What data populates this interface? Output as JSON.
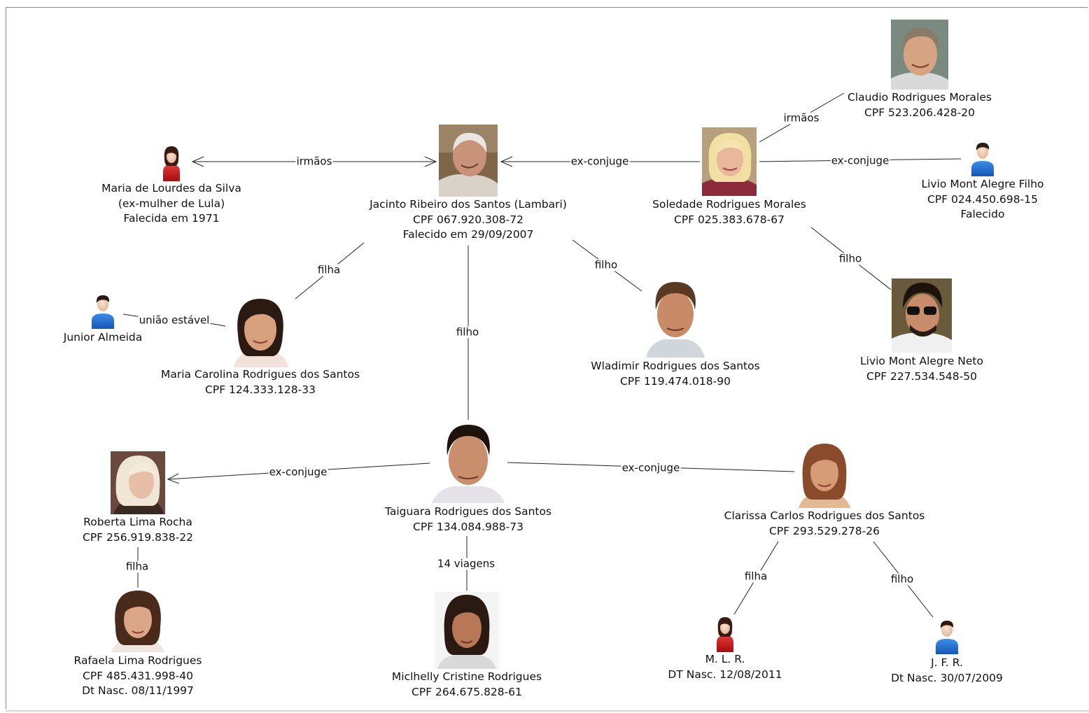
{
  "nodes": {
    "maria_lourdes": {
      "lines": [
        "Maria de Lourdes da Silva",
        "(ex-mulher de Lula)",
        "Falecida em 1971"
      ],
      "icon": "female-person-icon"
    },
    "jacinto": {
      "lines": [
        "Jacinto Ribeiro dos Santos (Lambari)",
        "CPF 067.920.308-72",
        "Falecido em 29/09/2007"
      ],
      "icon": "person-photo"
    },
    "soledade": {
      "lines": [
        "Soledade Rodrigues Morales",
        "CPF 025.383.678-67"
      ],
      "icon": "person-photo"
    },
    "claudio": {
      "lines": [
        "Claudio Rodrigues Morales",
        "CPF 523.206.428-20"
      ],
      "icon": "person-photo"
    },
    "livio_filho": {
      "lines": [
        "Livio Mont Alegre Filho",
        "CPF 024.450.698-15",
        "Falecido"
      ],
      "icon": "male-person-icon"
    },
    "junior": {
      "lines": [
        "Junior Almeida"
      ],
      "icon": "male-person-icon"
    },
    "maria_carolina": {
      "lines": [
        "Maria Carolina Rodrigues dos Santos",
        "CPF 124.333.128-33"
      ],
      "icon": "person-photo"
    },
    "wladimir": {
      "lines": [
        "Wladimir Rodrigues dos Santos",
        "CPF 119.474.018-90"
      ],
      "icon": "person-photo"
    },
    "livio_neto": {
      "lines": [
        "Livio Mont Alegre Neto",
        "CPF 227.534.548-50"
      ],
      "icon": "person-photo"
    },
    "roberta": {
      "lines": [
        "Roberta Lima Rocha",
        "CPF 256.919.838-22"
      ],
      "icon": "person-photo"
    },
    "taiguara": {
      "lines": [
        "Taiguara Rodrigues dos Santos",
        "CPF 134.084.988-73"
      ],
      "icon": "person-photo"
    },
    "clarissa": {
      "lines": [
        "Clarissa Carlos Rodrigues dos Santos",
        "CPF 293.529.278-26"
      ],
      "icon": "person-photo"
    },
    "rafaela": {
      "lines": [
        "Rafaela Lima Rodrigues",
        "CPF 485.431.998-40",
        "Dt Nasc. 08/11/1997"
      ],
      "icon": "person-photo"
    },
    "michelly": {
      "lines": [
        "Miclhelly Cristine Rodrigues",
        "CPF 264.675.828-61"
      ],
      "icon": "person-photo"
    },
    "mlr": {
      "lines": [
        "M. L. R.",
        "DT Nasc. 12/08/2011"
      ],
      "icon": "female-person-icon"
    },
    "jfr": {
      "lines": [
        "J. F. R.",
        "Dt Nasc. 30/07/2009"
      ],
      "icon": "male-person-icon"
    }
  },
  "edges": {
    "irmaos_1": "irmãos",
    "exconj_jacinto_soledade": "ex-conjuge",
    "irmaos_2": "irmãos",
    "exconj_soledade_livio": "ex-conjuge",
    "filha_carolina": "filha",
    "uniao": "união estável",
    "filho_taiguara": "filho",
    "filho_wladimir": "filho",
    "filho_livio_neto": "filho",
    "exconj_roberta": "ex-conjuge",
    "exconj_clarissa": "ex-conjuge",
    "filha_rafaela": "filha",
    "viagens": "14 viagens",
    "filha_mlr": "filha",
    "filho_jfr": "filho"
  }
}
